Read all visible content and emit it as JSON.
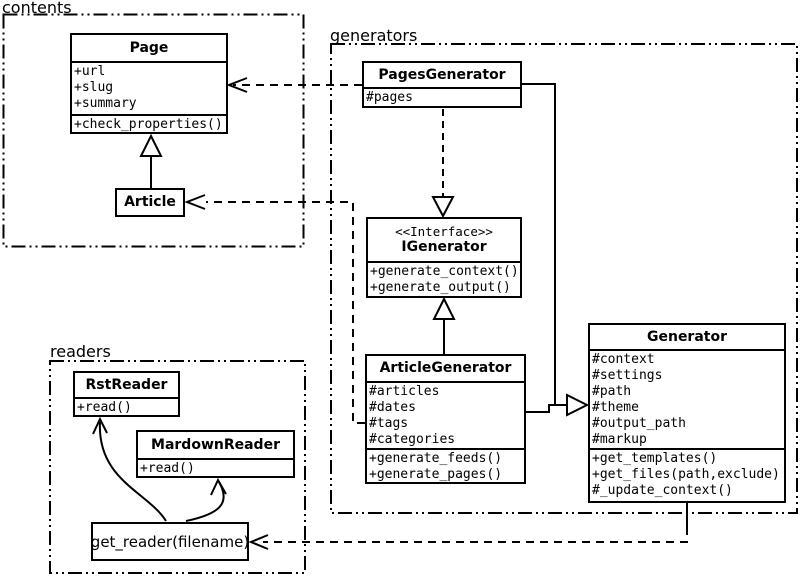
{
  "diagram": {
    "background": "#ffffff",
    "line_color": "#000000",
    "box_fill": "#ffffff",
    "packages": {
      "contents": {
        "label": "contents"
      },
      "generators": {
        "label": "generators"
      },
      "readers": {
        "label": "readers"
      }
    },
    "classes": {
      "page": {
        "title": "Page",
        "attributes": [
          "+url",
          "+slug",
          "+summary"
        ],
        "methods": [
          "+check_properties()"
        ]
      },
      "article": {
        "title": "Article"
      },
      "pages_generator": {
        "title": "PagesGenerator",
        "attributes": [
          "#pages"
        ]
      },
      "igenerator": {
        "stereotype": "<<Interface>>",
        "title": "IGenerator",
        "methods": [
          "+generate_context()",
          "+generate_output()"
        ]
      },
      "article_generator": {
        "title": "ArticleGenerator",
        "attributes": [
          "#articles",
          "#dates",
          "#tags",
          "#categories"
        ],
        "methods": [
          "+generate_feeds()",
          "+generate_pages()"
        ]
      },
      "generator": {
        "title": "Generator",
        "attributes": [
          "#context",
          "#settings",
          "#path",
          "#theme",
          "#output_path",
          "#markup"
        ],
        "methods": [
          "+get_templates()",
          "+get_files(path,exclude)",
          "#_update_context()"
        ]
      },
      "rst_reader": {
        "title": "RstReader",
        "methods": [
          "+read()"
        ]
      },
      "mardown_reader": {
        "title": "MardownReader",
        "methods": [
          "+read()"
        ]
      }
    },
    "functions": {
      "get_reader": {
        "label": "get_reader(filename)"
      }
    },
    "relations": [
      {
        "from": "Article",
        "to": "Page",
        "type": "inheritance"
      },
      {
        "from": "PagesGenerator",
        "to": "IGenerator",
        "type": "realization"
      },
      {
        "from": "ArticleGenerator",
        "to": "IGenerator",
        "type": "inheritance"
      },
      {
        "from": "PagesGenerator",
        "to": "Generator",
        "type": "inheritance"
      },
      {
        "from": "ArticleGenerator",
        "to": "Generator",
        "type": "inheritance"
      },
      {
        "from": "PagesGenerator",
        "to": "Page",
        "type": "dependency"
      },
      {
        "from": "ArticleGenerator",
        "to": "Article",
        "type": "dependency"
      },
      {
        "from": "Generator",
        "to": "get_reader(filename)",
        "type": "dependency"
      },
      {
        "from": "get_reader(filename)",
        "to": "RstReader",
        "type": "reference"
      },
      {
        "from": "get_reader(filename)",
        "to": "MardownReader",
        "type": "reference"
      }
    ]
  }
}
